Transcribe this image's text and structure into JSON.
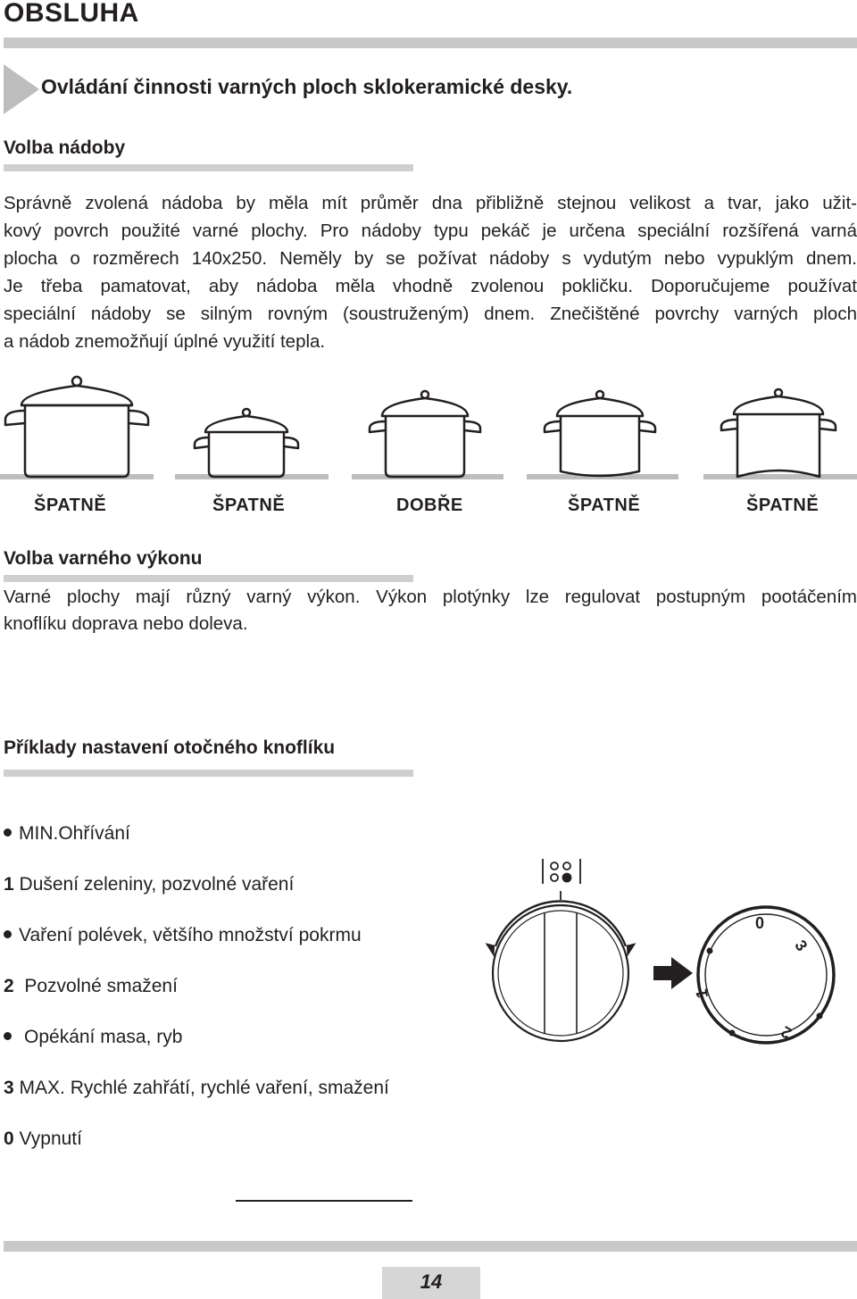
{
  "page_title": "OBSLUHA",
  "section_heading": "Ovládání činnosti varných ploch sklokeramické desky.",
  "cookware": {
    "heading": "Volba nádoby",
    "paragraph_lines": [
      "Správně zvolená nádoba by měla mít průměr dna přibližně stejnou velikost a tvar, jako užit-",
      "kový povrch použité varné plochy. Pro nádoby typu pekáč je určena speciální rozšířená varná",
      "plocha o rozměrech 140x250. Neměly by se požívat nádoby s vydutým nebo vypuklým dnem.",
      "Je třeba pamatovat, aby nádoba měla vhodně zvolenou pokličku. Doporučujeme používat",
      "speciální nádoby se silným rovným (soustruženým) dnem. Znečištěné povrchy varných ploch",
      "a nádob znemožňují úplné využití tepla."
    ],
    "verdicts": [
      "ŠPATNĚ",
      "ŠPATNĚ",
      "DOBŘE",
      "ŠPATNĚ",
      "ŠPATNĚ"
    ]
  },
  "power": {
    "heading": "Volba varného výkonu",
    "paragraph_lines": [
      "Varné plochy mají různý varný výkon. Výkon plotýnky lze regulovat postupným pootáčením",
      "knoflíku doprava nebo doleva."
    ]
  },
  "knob_examples": {
    "heading": "Příklady nastavení otočného knoflíku",
    "settings": [
      {
        "marker": "dot",
        "text": "MIN.Ohřívání"
      },
      {
        "marker": "1",
        "text": "Dušení zeleniny, pozvolné vaření"
      },
      {
        "marker": "dot",
        "text": "Vaření polévek, většího množství pokrmu"
      },
      {
        "marker": "2",
        "text": "Pozvolné smažení"
      },
      {
        "marker": "dot",
        "text": "Opékání masa, ryb"
      },
      {
        "marker": "3",
        "text": "MAX. Rychlé zahřátí, rychlé vaření, smažení"
      },
      {
        "marker": "0",
        "text": "Vypnutí"
      }
    ],
    "dial_labels": [
      "0",
      "3",
      "2",
      "1"
    ]
  },
  "page_number": "14",
  "colors": {
    "rule_gray": "#c8c8c8",
    "text": "#231f20",
    "pan_gray": "#bdbdbd"
  }
}
